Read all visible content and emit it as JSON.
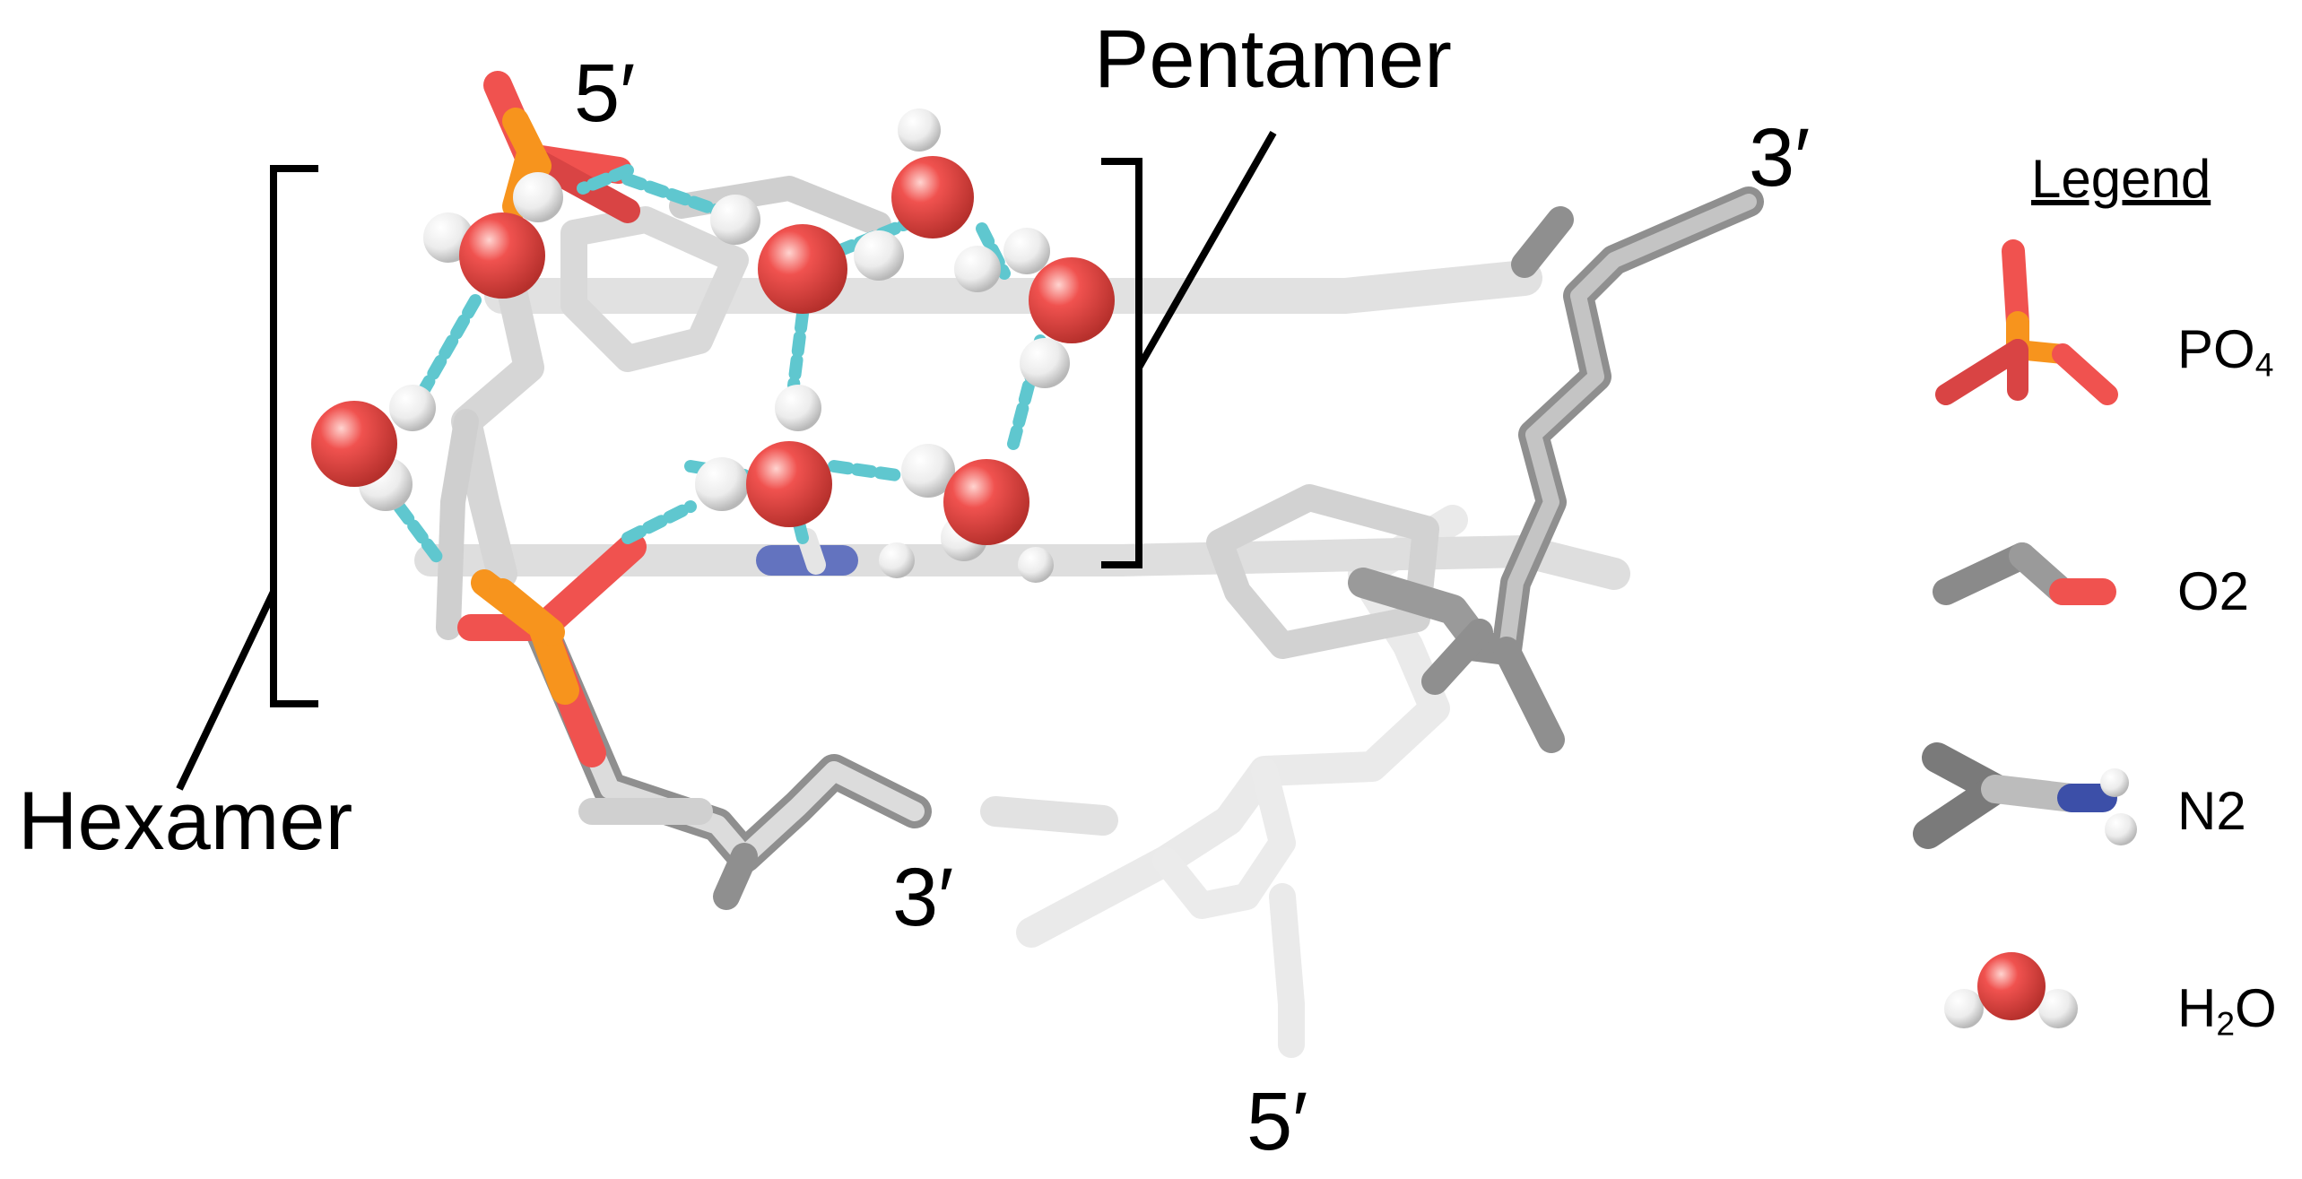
{
  "labels": {
    "five_prime_top": "5′",
    "three_prime_right": "3′",
    "three_prime_bottom": "3′",
    "five_prime_bottom": "5′",
    "pentamer": "Pentamer",
    "hexamer": "Hexamer"
  },
  "legend": {
    "title": "Legend",
    "items": [
      {
        "main": "PO",
        "sub": "4",
        "after": "",
        "icon": "phosphate-icon"
      },
      {
        "main": "O2",
        "sub": "",
        "after": "",
        "icon": "carbonyl-o2-icon"
      },
      {
        "main": "N2",
        "sub": "",
        "after": "",
        "icon": "amine-n2-icon"
      },
      {
        "main": "H",
        "sub": "2",
        "after": "O",
        "icon": "water-icon"
      }
    ]
  },
  "colors": {
    "backbone_light": "#d9d9d9",
    "backbone_dark": "#8c8c8c",
    "oxygen": "#f0524f",
    "phosphorus": "#f7941d",
    "nitrogen": "#3c4fa8",
    "hydrogen": "#f2f2f2",
    "hbond": "#5fc7cf",
    "bracket": "#000000"
  }
}
